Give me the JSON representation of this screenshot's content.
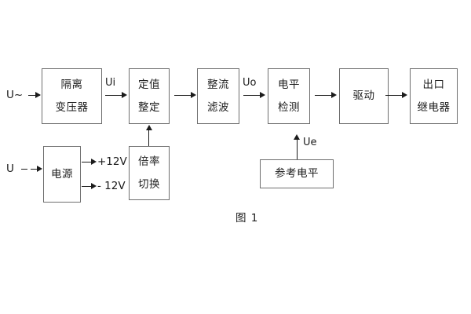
{
  "figure": {
    "caption": "图 1",
    "background_color": "#ffffff",
    "box_border_color": "#6e6e6e",
    "line_color": "#1b1b1b"
  },
  "inputs": {
    "ac_source_label": "U~",
    "dc_source_label": "U"
  },
  "signals": {
    "ui": "Ui",
    "uo": "Uo",
    "ue": "Ue"
  },
  "power_rails": {
    "positive": "+12V",
    "negative": "- 12V"
  },
  "blocks": {
    "isolation_transformer": {
      "line1": "隔离",
      "line2": "变压器"
    },
    "setting_value": {
      "line1": "定值",
      "line2": "整定"
    },
    "rectifier_filter": {
      "line1": "整流",
      "line2": "滤波"
    },
    "level_detection": {
      "line1": "电平",
      "line2": "检测"
    },
    "driver": {
      "line1": "驱动"
    },
    "output_relay": {
      "line1": "出口",
      "line2": "继电器"
    },
    "power_supply": {
      "line1": "电源"
    },
    "multiplier_switch": {
      "line1": "倍率",
      "line2": "切换"
    },
    "reference_level": {
      "line1": "参考电平"
    }
  }
}
